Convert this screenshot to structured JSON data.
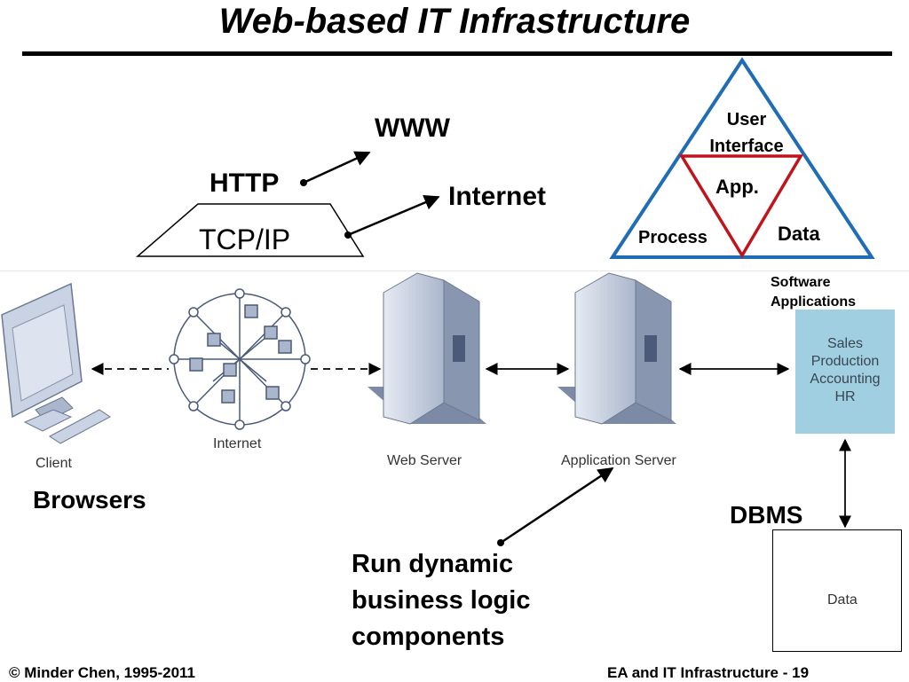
{
  "title": "Web-based IT Infrastructure",
  "protocols": {
    "www": "WWW",
    "http": "HTTP",
    "internet": "Internet",
    "tcpip": "TCP/IP"
  },
  "triangle": {
    "user_interface_line1": "User",
    "user_interface_line2": "Interface",
    "app": "App.",
    "process": "Process",
    "data": "Data"
  },
  "software": {
    "heading_line1": "Software",
    "heading_line2": "Applications",
    "items": [
      "Sales",
      "Production",
      "Accounting",
      "HR"
    ]
  },
  "nodes": {
    "client": "Client",
    "internet": "Internet",
    "web_server": "Web Server",
    "app_server": "Application Server",
    "data": "Data"
  },
  "annotations": {
    "browsers": "Browsers",
    "dbms": "DBMS",
    "logic_line1": "Run dynamic",
    "logic_line2": "business logic",
    "logic_line3": "components"
  },
  "footer": {
    "left": "© Minder Chen, 1995-2011",
    "right": "EA and IT Infrastructure - 19"
  },
  "colors": {
    "triangle_outer": "#1f6db5",
    "triangle_inner": "#c0141c",
    "software_box": "#9fcfe0",
    "database": "#f2c24a",
    "server": "#c9d3e3"
  }
}
